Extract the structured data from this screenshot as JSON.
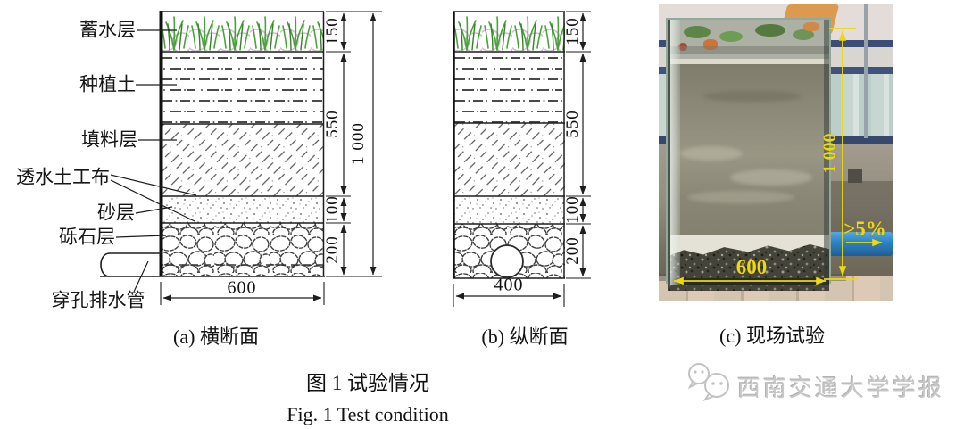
{
  "panel_a": {
    "caption": "(a) 横断面",
    "labels": {
      "storage_layer": "蓄水层",
      "planting_soil": "种植土",
      "filler_layer": "填料层",
      "geotextile": "透水土工布",
      "sand_layer": "砂层",
      "gravel_layer": "砾石层",
      "drain_pipe": "穿孔排水管"
    },
    "dims": {
      "storage": "150",
      "soil_filler": "550",
      "sand": "100",
      "gravel": "200",
      "total": "1 000",
      "width": "600"
    }
  },
  "panel_b": {
    "caption": "(b) 纵断面",
    "dims": {
      "storage": "150",
      "soil_filler": "550",
      "sand": "100",
      "gravel": "200",
      "width": "400"
    }
  },
  "panel_c": {
    "caption": "(c) 现场试验",
    "annotations": {
      "height": "1 000",
      "width": "600",
      "slope": ">5%"
    }
  },
  "figure_caption": {
    "zh": "图 1  试验情况",
    "en": "Fig. 1  Test condition"
  },
  "watermark": {
    "text": "西南交通大学学报"
  },
  "colors": {
    "annotation_yellow": "#ecd90e",
    "diagram_line": "#1d1d1d",
    "grass_green": "#4aa23a",
    "watermark_gray": "#c7c7c7"
  }
}
